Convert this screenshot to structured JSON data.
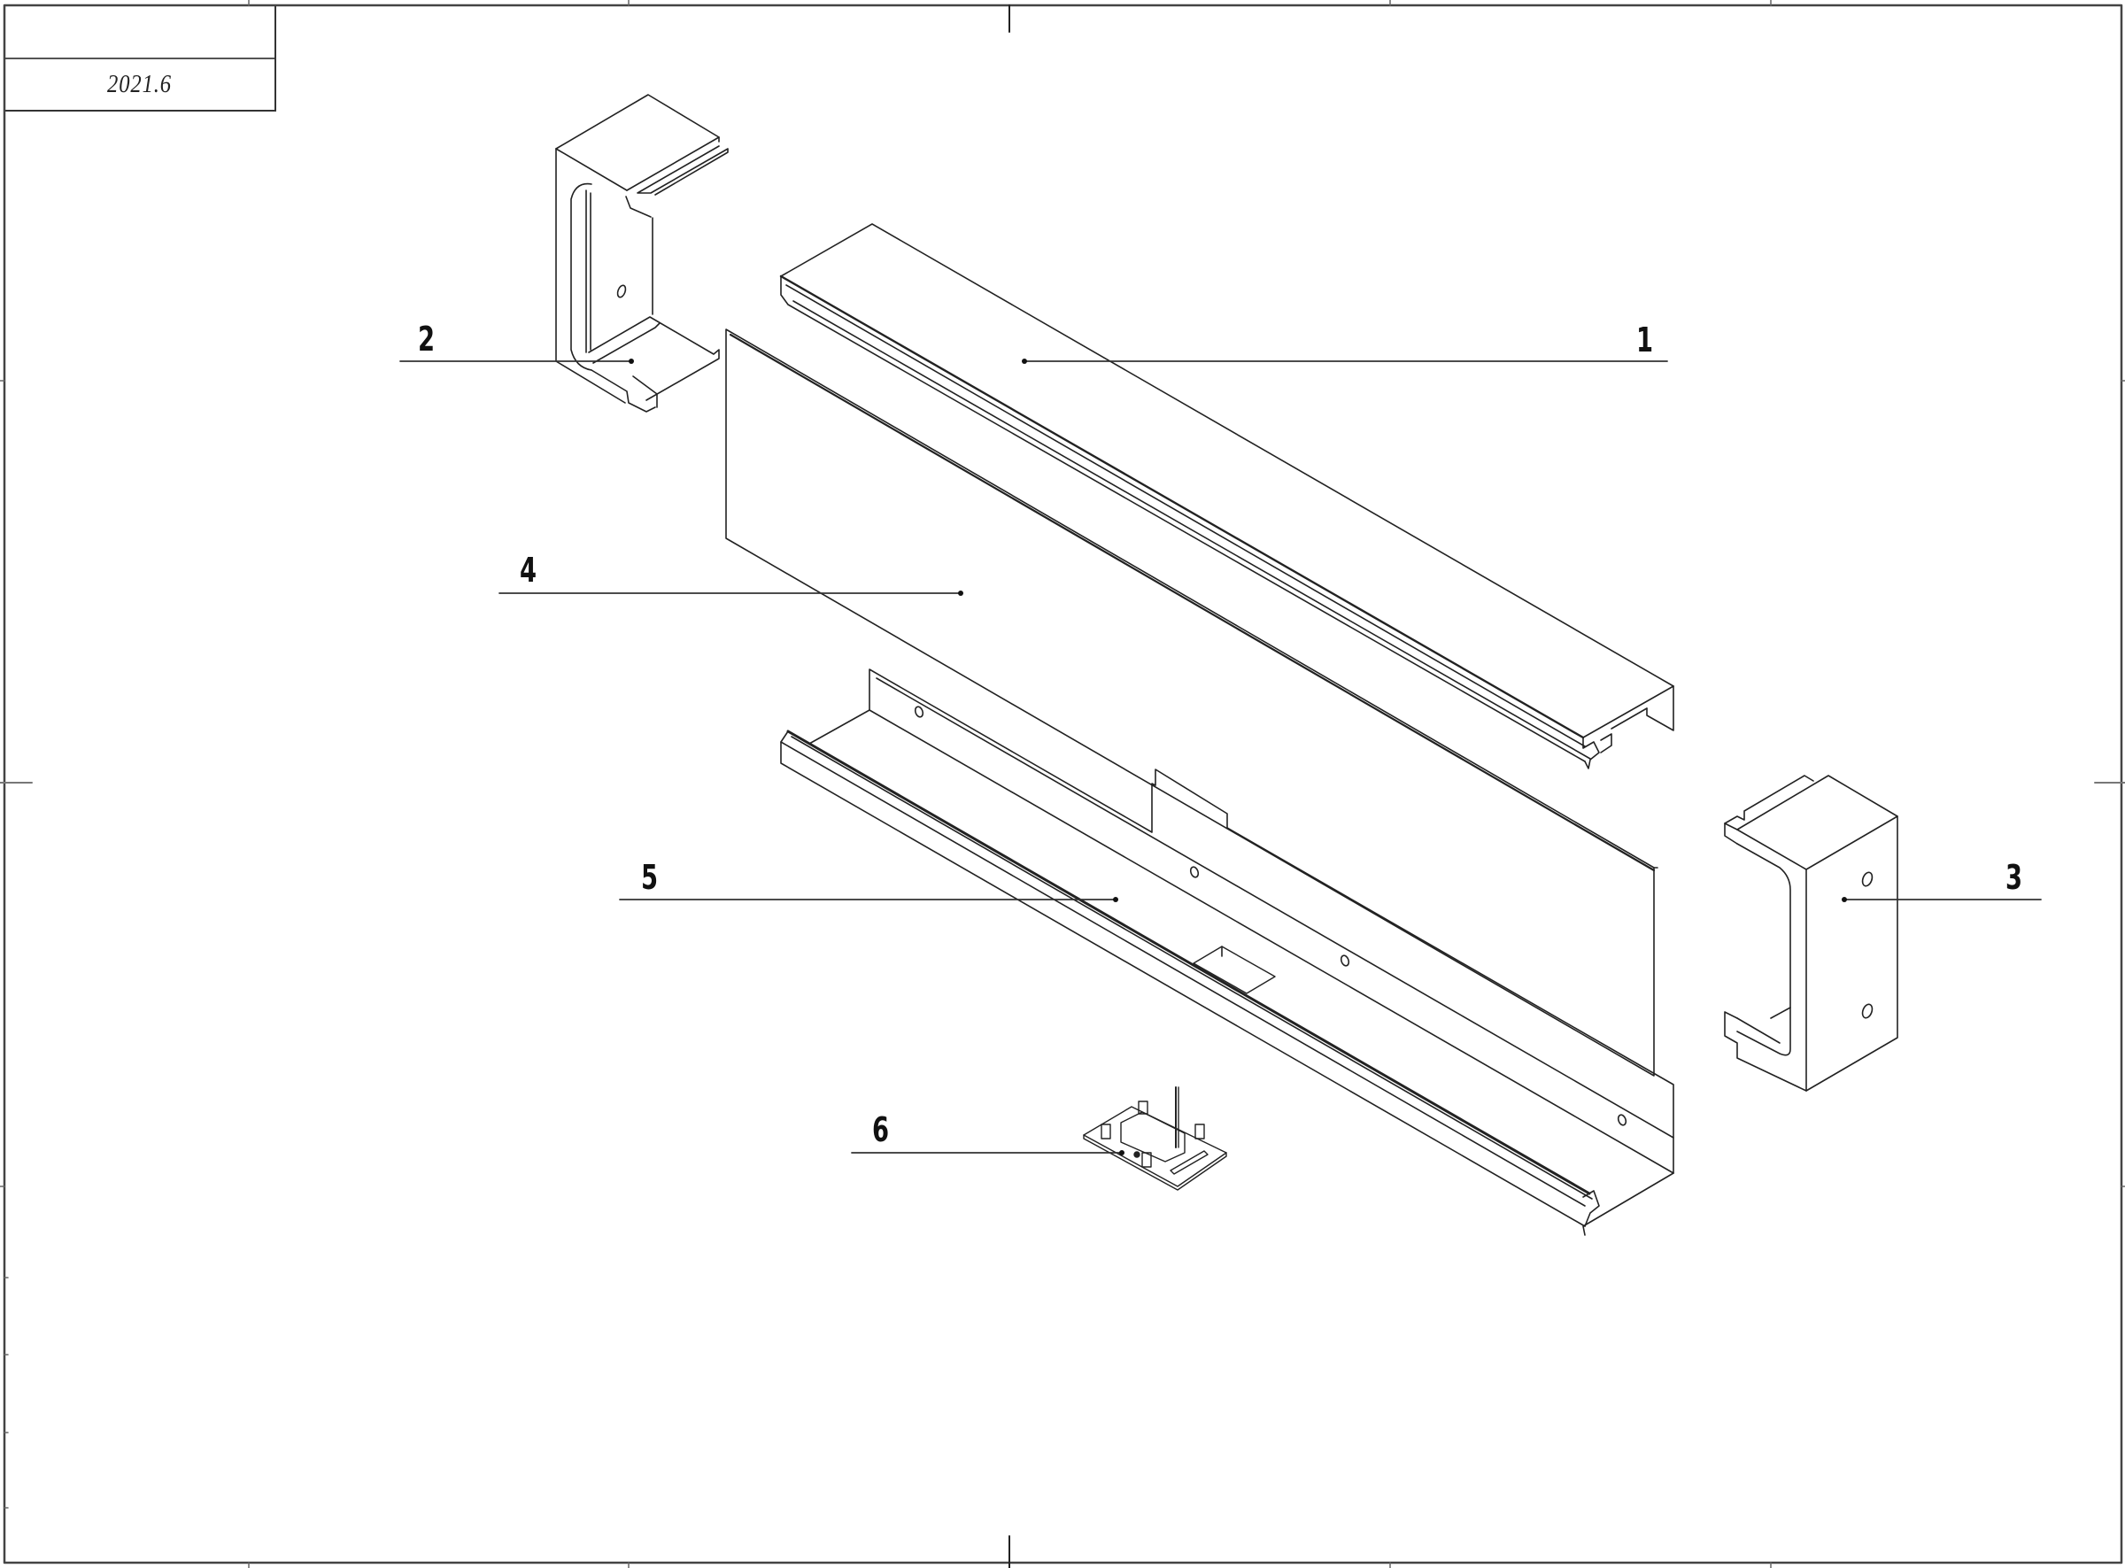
{
  "title_block": {
    "top_cell": "",
    "date": "2021.6"
  },
  "drawing": {
    "type": "exploded isometric assembly diagram",
    "line_color": "#222222",
    "background": "#ffffff"
  },
  "callouts": [
    {
      "id": "1",
      "label": "1",
      "part": "top cover profile"
    },
    {
      "id": "2",
      "label": "2",
      "part": "left end cap"
    },
    {
      "id": "3",
      "label": "3",
      "part": "right end cap"
    },
    {
      "id": "4",
      "label": "4",
      "part": "flat panel"
    },
    {
      "id": "5",
      "label": "5",
      "part": "bottom base channel"
    },
    {
      "id": "6",
      "label": "6",
      "part": "connector / switch module"
    }
  ]
}
